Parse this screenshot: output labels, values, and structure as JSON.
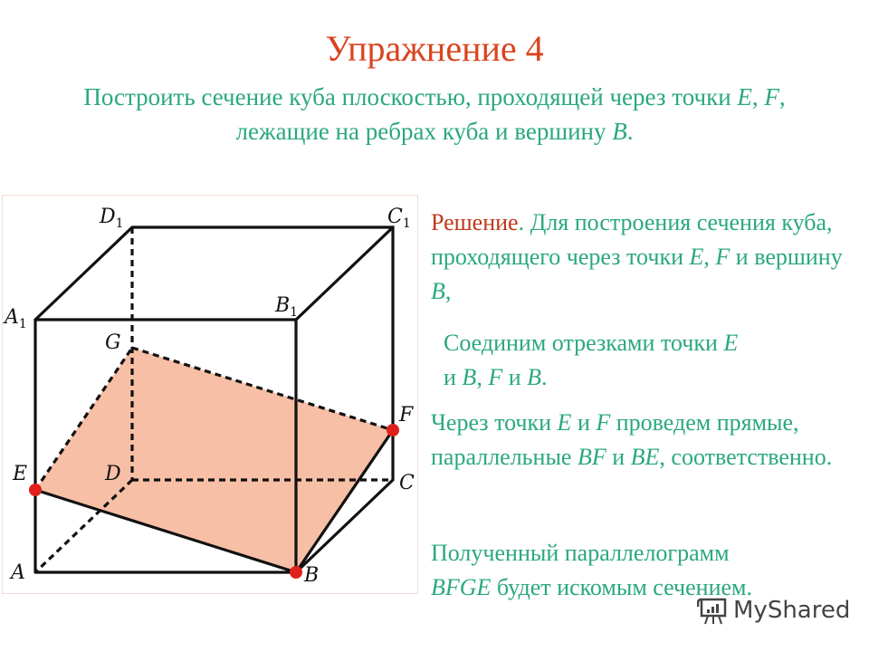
{
  "slide": {
    "title": "Упражнение 4",
    "task": {
      "line1_text": "Построить сечение куба плоскостью, проходящей через точки ",
      "line1_e": "E",
      "line1_sep": ", ",
      "line1_f": "F",
      "line1_end": ",",
      "line2_text": "лежащие на ребрах куба и вершину ",
      "line2_b": "B",
      "line2_end": "."
    }
  },
  "solution": {
    "label": "Решение",
    "label_dot": ".",
    "p1_text": " Для построения сечения куба, проходящего через точки ",
    "p1_e": "E",
    "p1_sep": ", ",
    "p1_f": "F",
    "p1_mid": " и вершину ",
    "p1_b": "B",
    "p1_end": ",",
    "p2_text": "Соединим отрезками точки ",
    "p2_e": "E",
    "p2_mid1": " и ",
    "p2_b1": "B",
    "p2_sep": ", ",
    "p2_f": "F",
    "p2_mid2": " и ",
    "p2_b2": "B",
    "p2_end": ".",
    "p3_text": "Через точки ",
    "p3_e": "E",
    "p3_mid1": " и ",
    "p3_f": "F",
    "p3_mid2": " проведем прямые, параллельные ",
    "p3_bf": "BF",
    "p3_mid3": " и ",
    "p3_be": "BE",
    "p3_end": ", соответственно.",
    "p4_text": "Полученный параллелограмм ",
    "p4_bfge": "BFGE",
    "p4_end": " будет искомым сечением."
  },
  "figure": {
    "vertex_labels": {
      "A": "A",
      "B": "B",
      "C": "C",
      "D": "D",
      "A1": "A",
      "B1": "B",
      "C1": "C",
      "D1": "D",
      "sub": "1",
      "E": "E",
      "F": "F",
      "G": "G"
    },
    "colors": {
      "section_fill": "#f7bfa5",
      "point": "#e0201c",
      "edge": "#111111"
    }
  },
  "watermark": {
    "text": "MyShared",
    "icon": "presentation-board-icon"
  }
}
